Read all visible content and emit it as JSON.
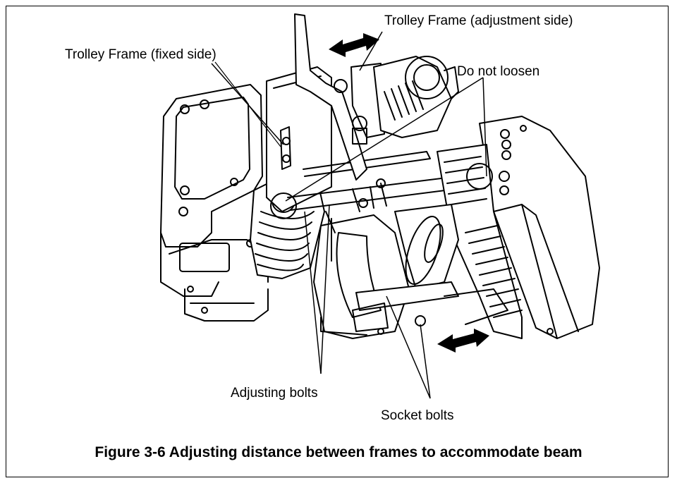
{
  "callouts": {
    "trolley_frame_adjustment_side": "Trolley Frame (adjustment side)",
    "trolley_frame_fixed_side": "Trolley Frame (fixed side)",
    "do_not_loosen": "Do not loosen",
    "adjusting_bolts": "Adjusting bolts",
    "socket_bolts": "Socket bolts"
  },
  "caption": "Figure 3-6 Adjusting distance between frames to accommodate beam",
  "colors": {
    "line": "#000000",
    "background": "#ffffff",
    "shade": "#e9e9e9"
  }
}
